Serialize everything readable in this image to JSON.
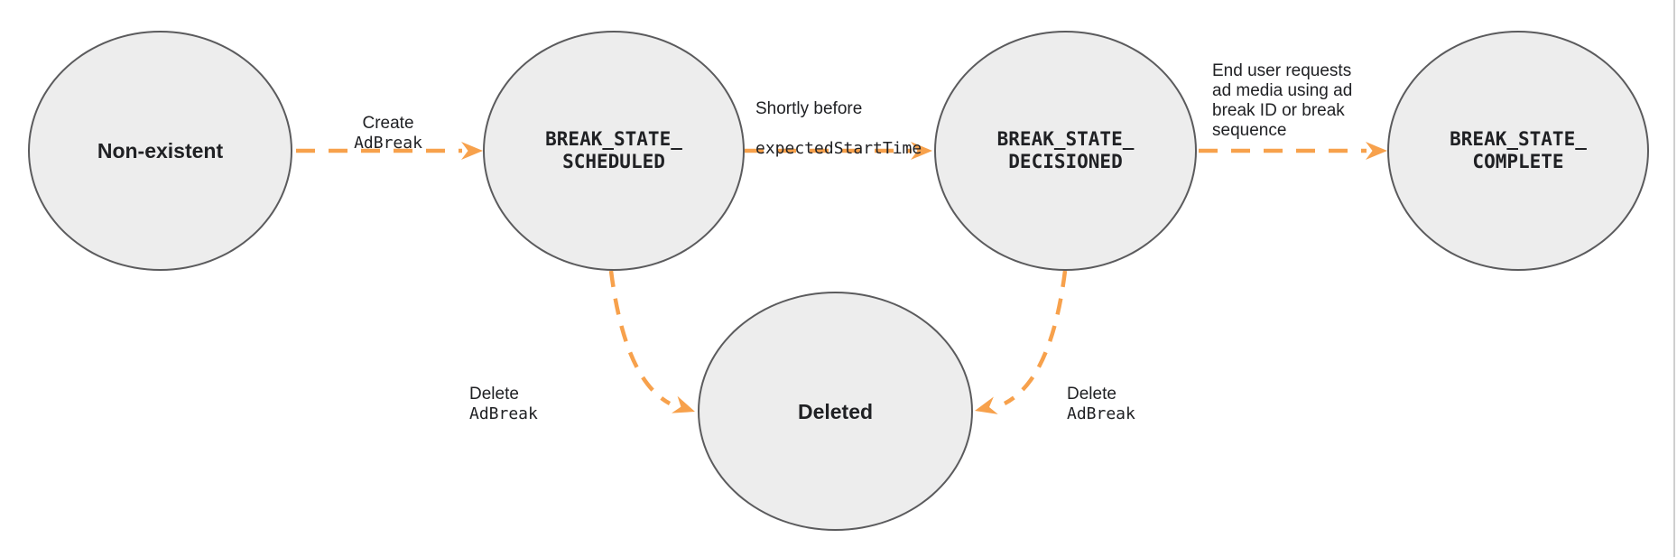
{
  "colors": {
    "accent_orange": "#F7A14C",
    "node_fill": "#EDEDED",
    "node_border": "#5B5B5D",
    "text_color": "#202124",
    "edge_rule": "#CFCFCF"
  },
  "nodes": [
    {
      "id": "non-existent",
      "label": "Non-existent",
      "style": "plain"
    },
    {
      "id": "break-state-scheduled",
      "label": "BREAK_STATE_\nSCHEDULED",
      "style": "mono"
    },
    {
      "id": "break-state-decisioned",
      "label": "BREAK_STATE_\nDECISIONED",
      "style": "mono"
    },
    {
      "id": "break-state-complete",
      "label": "BREAK_STATE_\nCOMPLETE",
      "style": "mono"
    },
    {
      "id": "deleted",
      "label": "Deleted",
      "style": "plain"
    }
  ],
  "edges": {
    "create": {
      "text": "Create",
      "code": "AdBreak"
    },
    "shortly": {
      "text": "Shortly before",
      "code": "expectedStartTime"
    },
    "end_user": {
      "text": "End user requests\nad media using ad\nbreak ID or break\nsequence"
    },
    "delete_left": {
      "text": "Delete",
      "code": "AdBreak"
    },
    "delete_right": {
      "text": "Delete",
      "code": "AdBreak"
    }
  }
}
